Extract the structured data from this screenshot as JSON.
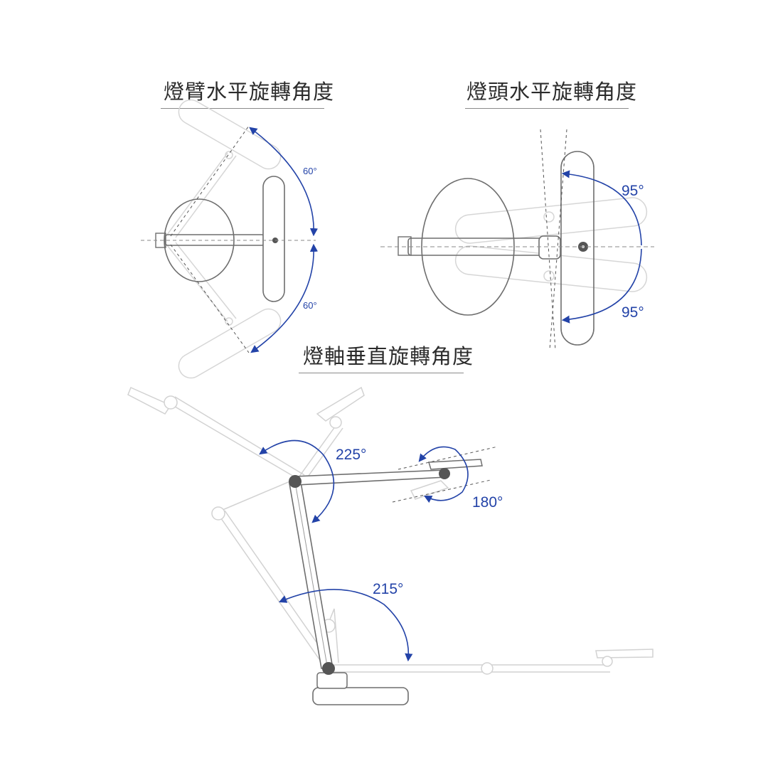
{
  "sections": [
    {
      "title": "燈臂水平旋轉角度",
      "angles": [
        "60°",
        "60°"
      ]
    },
    {
      "title": "燈頭水平旋轉角度",
      "angles": [
        "95°",
        "95°"
      ]
    },
    {
      "title": "燈軸垂直旋轉角度",
      "angles": [
        "225°",
        "180°",
        "215°"
      ]
    }
  ],
  "colors": {
    "accent": "#2343a8",
    "line": "#6e6e6e",
    "ghost": "#d2d2d2",
    "text": "#2b2b2b"
  }
}
